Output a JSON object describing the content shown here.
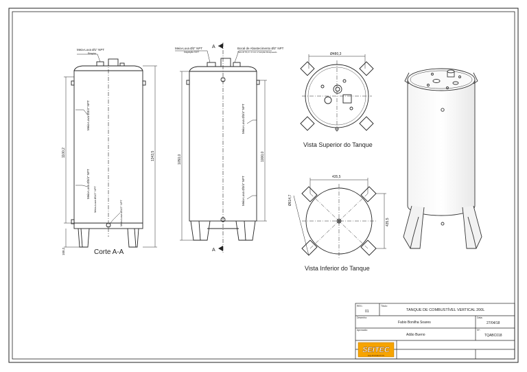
{
  "views": {
    "section_label": "Corte A-A",
    "top_view_label": "Vista Superior do Tanque",
    "bottom_view_label": "Vista Inferior do Tanque",
    "section_marker": "A"
  },
  "annotations": {
    "left_top_fitting": "Meia-Luva Ø1\" NPT",
    "left_top_fitting_sub": "Respiro",
    "mid_top_fitting": "Meia-Luva Ø2\" NPT",
    "mid_top_fitting_sub": "Inspeção NVT",
    "fill_pipe": "Bocal de Abastecimento Ø3\" NPT",
    "fill_pipe_sub": "Tubo Ø 76,2 x 3 mm c/ tampão Rosqueado",
    "left_side_upper": "Meia-Luva Ø3/4\" NPT",
    "left_side_lower": "Meia-Luva Ø3/4\" NPT",
    "left_side_lower2": "Meia-Luva Ø1/2\" NPT",
    "left_drain": "Meia-Luva Ø1/2\" NPT",
    "mid_side_upper": "Meia-Luva Ø3/4\" NPT",
    "mid_side_lower": "Meia-Luva Ø3/4\" NPT",
    "dim_left_height": "1100,2",
    "dim_left_total": "1343,5",
    "dim_left_leg": "100,2",
    "dim_mid_height": "1050,0",
    "dim_mid_right": "1000,0",
    "dim_top_dia": "Ø480,3",
    "dim_bottom_span": "435,5",
    "dim_bottom_side": "435,5",
    "dim_bottom_diag": "Ø614,7"
  },
  "title_block": {
    "rev_label": "REV.:",
    "rev_value": "01",
    "title_label": "Título:",
    "title_value": "TANQUE DE COMBUSTÍVEL VERTICAL 200L",
    "drawn_label": "Desenho:",
    "drawn_value": "Fabio Bonilha Soares",
    "date_label": "Data:",
    "date_value": "27/04/18",
    "approved_label": "Aprovado:",
    "approved_value": "Adão Bueno",
    "number_label": "Nº:",
    "number_value": "TQABC018",
    "logo_text": "SEITEC",
    "logo_sub": "EQUIPAMENTOS"
  }
}
